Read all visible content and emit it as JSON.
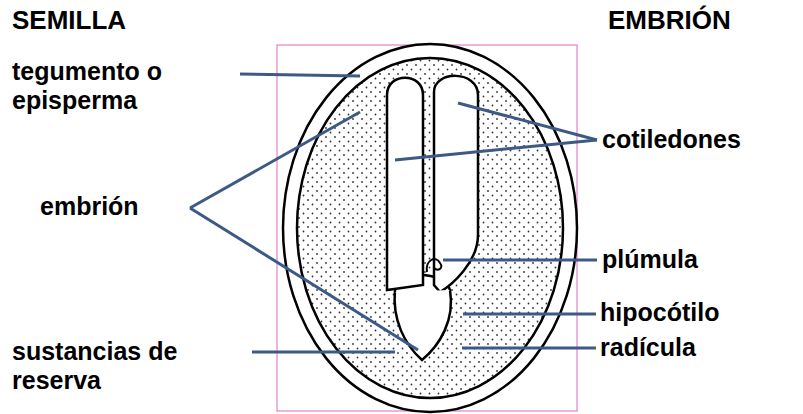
{
  "diagram": {
    "labels": [
      "SEMILLA",
      "EMBRIÓN",
      "tegumento o episperma",
      "cotiledones",
      "embrión",
      "plúmula",
      "hipocótilo",
      "sustancias de reserva",
      "radícula"
    ]
  }
}
